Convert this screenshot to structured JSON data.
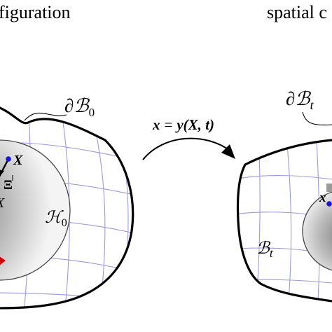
{
  "captions": {
    "left": "figuration",
    "right": "spatial c"
  },
  "labels": {
    "boundary_ref": {
      "main": "∂ℬ",
      "sub": "0"
    },
    "boundary_cur": {
      "main": "∂ℬ",
      "sub": "t"
    },
    "mapping": {
      "x": "x",
      "eq": "=",
      "y": "y",
      "args": "(X, t)"
    },
    "point_ref": "X",
    "dir_ref": "Ξ",
    "ball_ref": {
      "main": "ℋ",
      "sub": "0"
    },
    "point_cur": "x",
    "body_cur": {
      "main": "ℬ",
      "sub": "t"
    },
    "cut_left": "X"
  },
  "colors": {
    "grid": "#9a9ad8",
    "point": "#1a1acc",
    "arrow_head": "#cc0000",
    "outline": "#000000"
  }
}
